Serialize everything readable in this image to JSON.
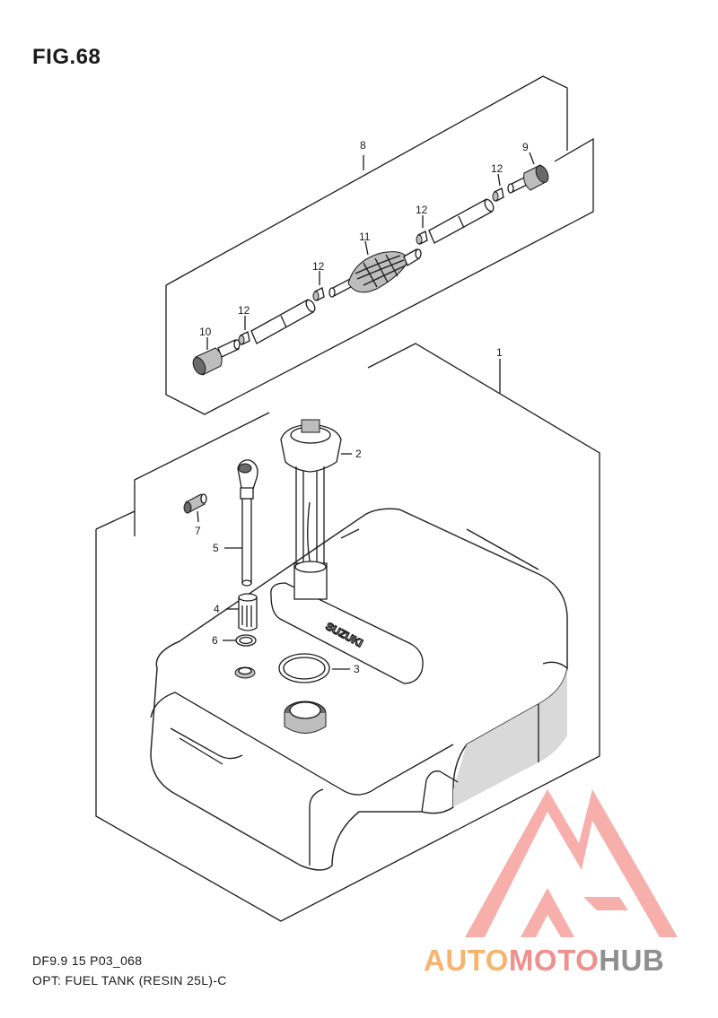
{
  "figure": {
    "title": "FIG.68",
    "code": "DF9.9 15 P03_068",
    "description": "OPT: FUEL TANK (RESIN 25L)-C"
  },
  "tank_embossing": "SUZUKI",
  "part_callouts": {
    "p1": "1",
    "p2": "2",
    "p3": "3",
    "p4": "4",
    "p5": "5",
    "p6": "6",
    "p7": "7",
    "p8": "8",
    "p9": "9",
    "p10": "10",
    "p11": "11",
    "p12a": "12",
    "p12b": "12",
    "p12c": "12",
    "p12d": "12"
  },
  "watermark": {
    "text_part1": "AUTO",
    "text_part2": "MOTO",
    "text_part3": "HUB",
    "colors": {
      "part1": "#f7b46e",
      "part2": "#f08f8b",
      "part3": "#8f8f8f",
      "logo": "#f6a7a3"
    }
  }
}
